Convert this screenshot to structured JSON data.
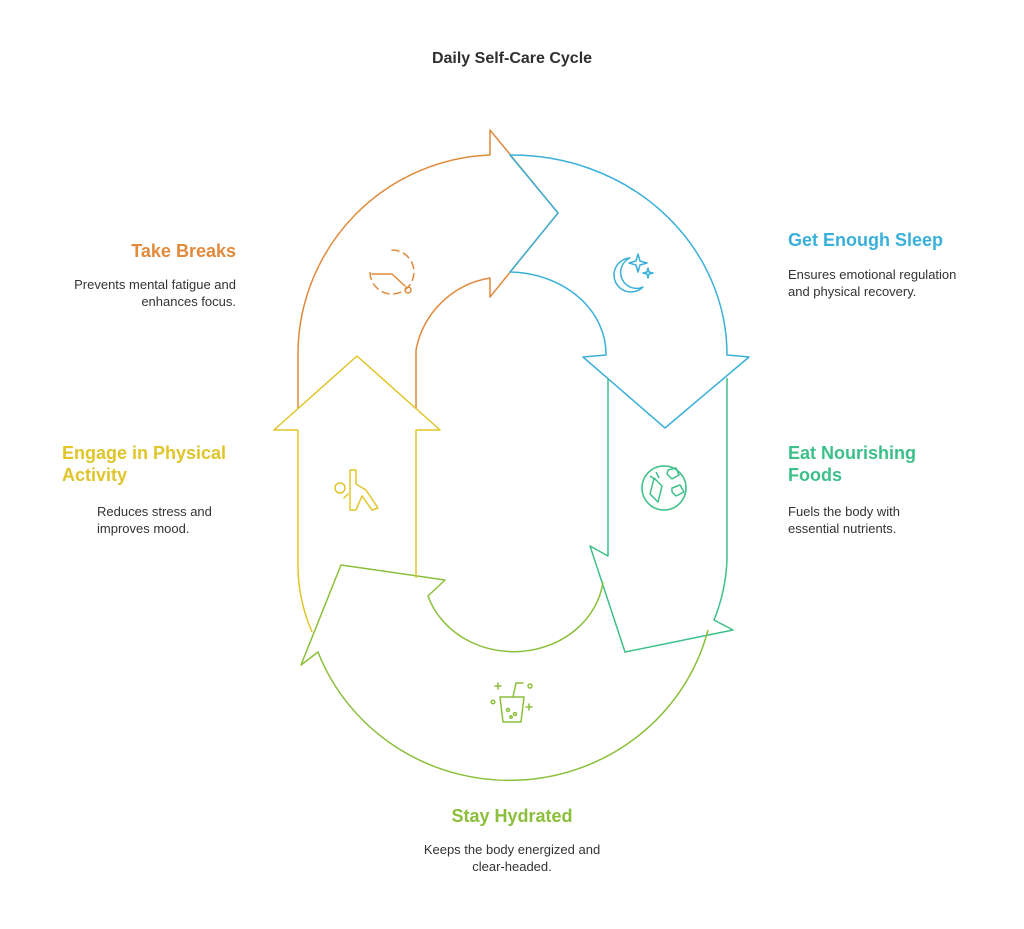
{
  "title": "Daily Self-Care Cycle",
  "steps": [
    {
      "heading": "Get Enough Sleep",
      "description": "Ensures emotional regulation and physical recovery.",
      "color": "#3aafd9",
      "icon": "moon-stars-icon"
    },
    {
      "heading": "Eat Nourishing Foods",
      "description": "Fuels the body with essential nutrients.",
      "color": "#3dbf8a",
      "icon": "vegetables-icon"
    },
    {
      "heading": "Stay Hydrated",
      "description": "Keeps the body energized and clear-headed.",
      "color": "#8bbf3a",
      "icon": "drink-cup-icon"
    },
    {
      "heading": "Engage in Physical Activity",
      "description": "Reduces stress and improves mood.",
      "color": "#e0c52a",
      "icon": "yoga-pose-icon"
    },
    {
      "heading": "Take Breaks",
      "description": "Prevents mental fatigue and enhances focus.",
      "color": "#e08a3c",
      "icon": "timer-icon"
    }
  ]
}
